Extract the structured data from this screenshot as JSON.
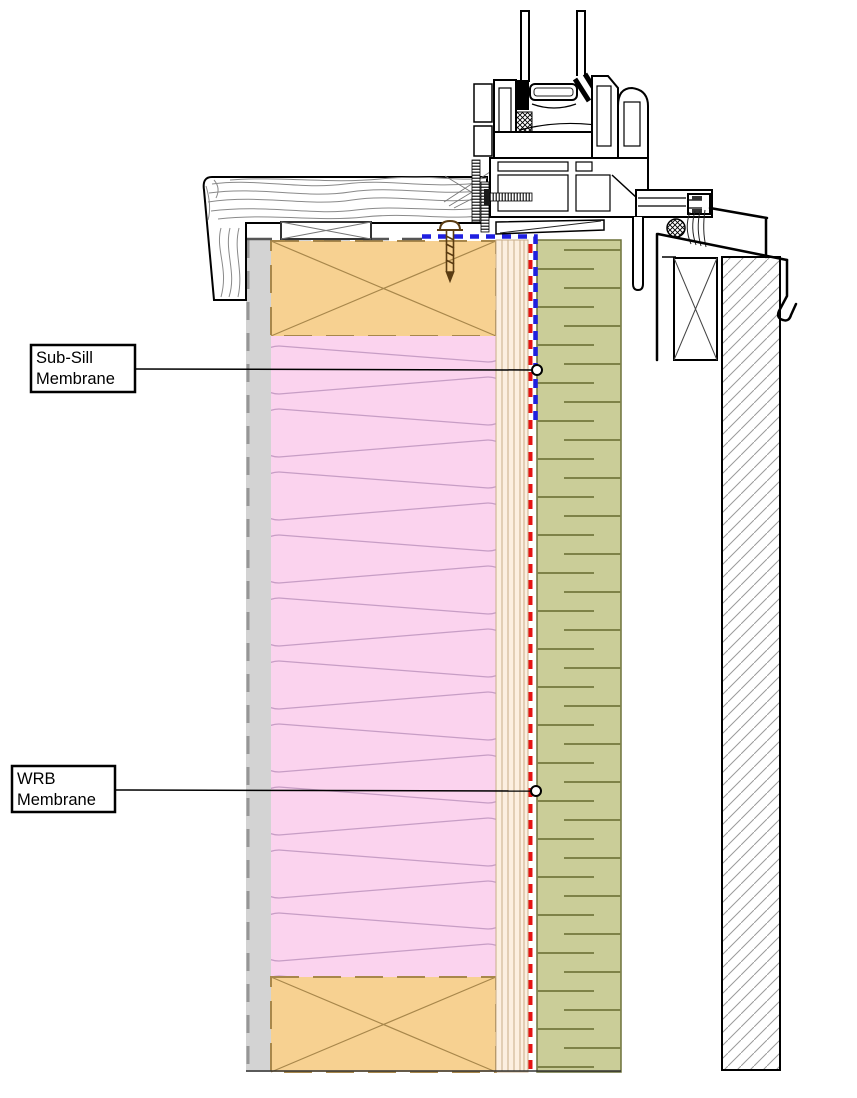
{
  "diagram": {
    "kind": "window-sill-construction-detail",
    "labels": {
      "sub_sill": {
        "line1": "Sub-Sill",
        "line2": "Membrane"
      },
      "wrb": {
        "line1": "WRB",
        "line2": "Membrane"
      }
    },
    "colors": {
      "sub_sill_membrane": "#1f1fe0",
      "wrb_membrane": "#e51313",
      "batt_insulation": "#fbd3ee",
      "batt_lines": "#c79dc5",
      "wood_blocking": "#f7d191",
      "blocking_lines": "#a8874b",
      "interior_board": "#d3d3d3",
      "sheathing": "#fcefe0",
      "sheathing_lines": "#c8ae89",
      "exterior_insulation": "#cacd98",
      "insulation_ticks": "#7e8248",
      "masonry_hatch": "#9a9a9a",
      "wood_grain": "#8a8a8a",
      "screw": "#5a3c12",
      "outline": "#000000"
    }
  }
}
